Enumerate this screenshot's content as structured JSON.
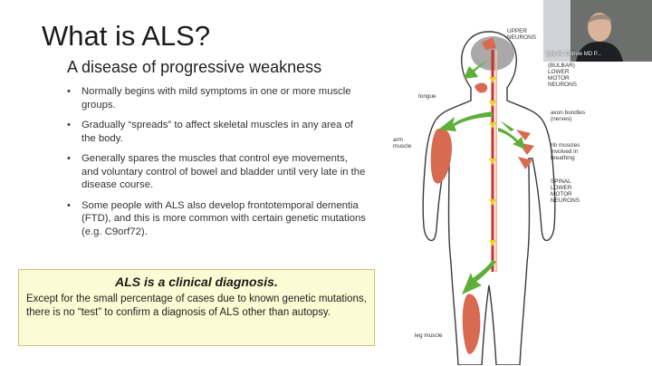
{
  "slide": {
    "title": "What is ALS?",
    "subtitle": "A disease of progressive weakness",
    "bullets": [
      "Normally begins with mild symptoms in one or more muscle groups.",
      "Gradually “spreads” to affect skeletal muscles in any area of the body.",
      "Generally spares the muscles that control eye movements, and voluntary control of bowel and bladder until very late in the disease course.",
      "Some people with ALS also develop frontotemporal dementia (FTD), and this is more common with certain genetic mutations (e.g. C9orf72)."
    ],
    "callout": {
      "heading": "ALS is a clinical diagnosis.",
      "body": "Except for the small percentage of cases due to known genetic mutations, there is no “test” to confirm a diagnosis of ALS other than autopsy."
    }
  },
  "diagram": {
    "labels": {
      "upper": "UPPER\nNEURONS",
      "bulbar": "(BULBAR)\nLOWER\nMOTOR\nNEURONS",
      "tongue": "tongue",
      "axon": "axon bundles\n(nerves)",
      "arm": "arm\nmuscle",
      "rib": "rib muscles\ninvolved in\nbreathing",
      "spinal": "SPINAL\nLOWER\nMOTOR\nNEURONS",
      "leg": "leg muscle"
    },
    "colors": {
      "muscle": "#d96a52",
      "arrow": "#5fae3a",
      "spine": "#c8342b",
      "node": "#e6d31e",
      "brain": "#a9a9a9"
    }
  },
  "webcam": {
    "participant_name": "Lyle W. Ostrow MD P..."
  }
}
